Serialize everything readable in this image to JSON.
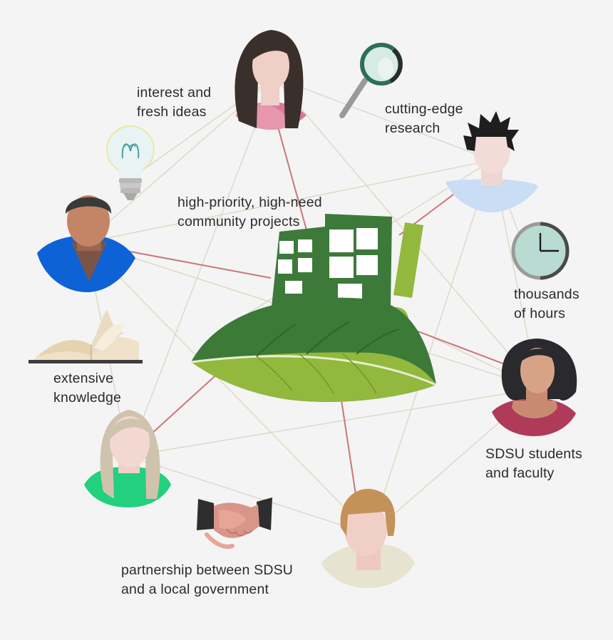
{
  "labels": {
    "interest": [
      "interest and",
      "fresh ideas"
    ],
    "research": [
      "cutting-edge",
      "research"
    ],
    "projects": [
      "high-priority, high-need",
      "community projects"
    ],
    "hours": [
      "thousands",
      "of hours"
    ],
    "knowledge": [
      "extensive",
      "knowledge"
    ],
    "students": [
      "SDSU students",
      "and faculty"
    ],
    "partnership": [
      "partnership between SDSU",
      "and a local government"
    ]
  },
  "colors": {
    "background": "#f4f4f4",
    "network_line_light": "#dcd8c4",
    "network_line_red": "#c8777a",
    "building": "#3d7a3a",
    "leaf_dark": "#3c7a37",
    "leaf_light": "#93b83e",
    "exclamation": "#93b83e"
  },
  "icons": [
    "lightbulb-icon",
    "magnifying-glass-icon",
    "clock-icon",
    "open-book-icon",
    "handshake-icon",
    "building-on-leaf-icon"
  ]
}
